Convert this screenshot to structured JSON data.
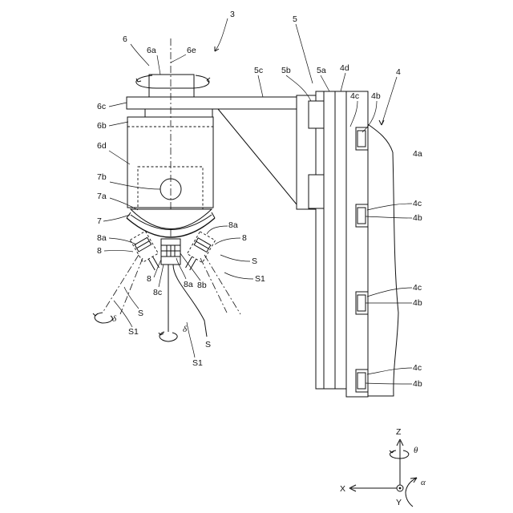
{
  "labels": {
    "l3": "3",
    "l5": "5",
    "l4": "4",
    "l6": "6",
    "l6a": "6a",
    "l6e": "6e",
    "l5c": "5c",
    "l5b": "5b",
    "l5a": "5a",
    "l4d": "4d",
    "l4c_top": "4c",
    "l4b_top": "4b",
    "l6c": "6c",
    "l6b": "6b",
    "l6d": "6d",
    "l4a": "4a",
    "l7b": "7b",
    "l7a": "7a",
    "l7": "7",
    "l4c_1": "4c",
    "l4b_1": "4b",
    "l8a_r": "8a",
    "l8_r": "8",
    "l8a_l": "8a",
    "l8_l": "8",
    "lS_r": "S",
    "lS1_r": "S1",
    "l8_c": "8",
    "l8c_c": "8c",
    "l8a_c": "8a",
    "l8b_c": "8b",
    "l4c_2": "4c",
    "l4b_2": "4b",
    "lS_l": "S",
    "lS1_l": "S1",
    "ldelta_l": "δ",
    "ldelta_c": "δ",
    "lS_c": "S",
    "lS1_c": "S1",
    "l4c_3": "4c",
    "l4b_3": "4b",
    "axis_z": "Z",
    "axis_theta": "θ",
    "axis_x": "X",
    "axis_y": "Y",
    "axis_alpha": "α"
  }
}
